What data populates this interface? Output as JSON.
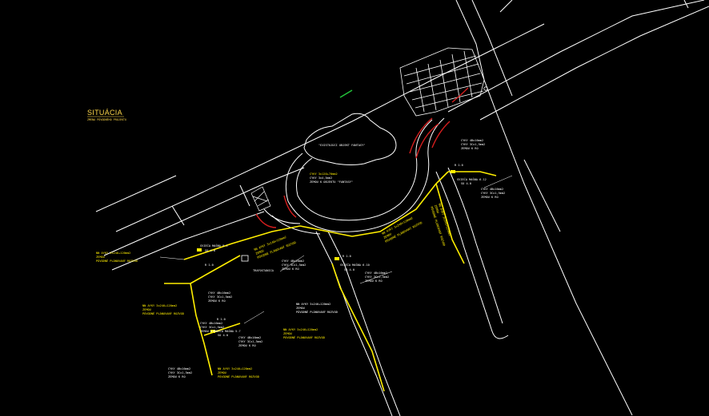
{
  "title": "SITUÁCIA",
  "subtitle": "ZMENA PÔVODNÉHO PROJEKTU",
  "colors": {
    "background": "#000000",
    "lines": "#ffffff",
    "cable": "#ffee00",
    "label_yellow": "#ffee00",
    "curb_red": "#d61e1e",
    "accent_green": "#22c23a"
  },
  "labels": {
    "building": "\"EXISTUJÚCI OBJEKT FANTASY\"",
    "cable_fantasy_1": "CYKY 3x120+70mm2",
    "cable_fantasy_2": "CYKY 3x4,5mm2",
    "cable_fantasy_3": "ZEMOU K OBJEKTU \"FANTASY\"",
    "trafostanica": "TRAFOSTANICA",
    "mast_91": "SVIEČA MAŠNA 9.1",
    "mast_91_h": "SO 4.0",
    "mast_91_r": "R 1.0",
    "left_cable_1": "NN AYKY 3x240+120mm2",
    "left_cable_2": "ZEMOU",
    "left_cable_3": "PÔVODNÉ PLÁNOVANÝ ROZVOD",
    "mid_cable_1": "NN AYKY 3x240+120mm2",
    "mid_cable_2": "ZEMOU",
    "mid_cable_3": "PÔVODNÉ PLÁNOVANÝ ROZVOD",
    "center_cyky_1": "CYKY 4Bx16mm2",
    "center_cyky_2": "CYKY 3Cx1,5mm2",
    "center_cyky_3": "ZEMOU K RO",
    "mast_610": "SVIEČA MAŠNA 6.10",
    "mast_610_h": "SO 4.0",
    "mast_610_r": "R 1.0",
    "center_cyky_b1": "CYKY 4Bx16mm2",
    "center_cyky_b2": "CYKY 3Cx1,5mm2",
    "center_cyky_b3": "ZEMOU K RO",
    "right_cyky_1": "CYKY 4Bx16mm2",
    "right_cyky_2": "CYKY 3Cx1,5mm2",
    "right_cyky_3": "ZEMOU K RO",
    "mast_612": "SVIEČA MAŠNA 6.12",
    "mast_612_h": "SO 4.0",
    "mast_612_r": "R 1.0",
    "right_cyky_b1": "CYKY 4Bx16mm2",
    "right_cyky_b2": "CYKY 3Cx1,5mm2",
    "right_cyky_b3": "ZEMOU K RO",
    "lower_cable_1": "NN AYKY 3x240+120mm2",
    "lower_cable_2": "ZEMOU",
    "lower_cable_3": "PÔVODNÉ PLÁNOVANÝ ROZVOD",
    "lower_cyky_1": "CYKY 4Bx16mm2",
    "lower_cyky_2": "CYKY 3Cx1,5mm2",
    "lower_cyky_3": "ZEMOU K RO",
    "mast_57": "SVIEČA MAŠNA 5.7",
    "mast_57_h": "SO 4.0",
    "mast_57_r": "R 1.0",
    "lower_cyky_b1": "CYKY 4Bx16mm2",
    "lower_cyky_b2": "CYKY 3Cx1,5mm2",
    "lower_cyky_b3": "ZEMOU K RO",
    "bottom_cyky_1": "CYKY 4Bx16mm2",
    "bottom_cyky_2": "CYKY 3Cx1,5mm2",
    "bottom_cyky_3": "ZEMOU K RO",
    "bottom_cable_1": "NN AYKY 3x240+120mm2",
    "bottom_cable_2": "ZEMOU",
    "bottom_cable_3": "PÔVODNÉ PLÁNOVANÝ ROZVOD",
    "bottom_mid_cable_1": "NN AYKY 3x240+120mm2",
    "bottom_mid_cable_2": "ZEMOU",
    "bottom_mid_cable_3": "PÔVODNÉ PLÁNOVANÝ ROZVOD",
    "bottom_mid_cyky_1": "CYKY 4Bx16mm2",
    "bottom_mid_cyky_2": "CYKY 3Cx1,5mm2",
    "bottom_mid_cyky_3": "ZEMOU K RO",
    "diag_cable_1": "NN AYKY 3x240+120mm2",
    "diag_cable_2": "ZEMOU",
    "diag_cable_3": "PÔVODNÉ PLÁNOVANÝ ROZVOD",
    "diag_cable_r1": "NN AYKY 3x240+120mm2",
    "diag_cable_r2": "ZEMOU",
    "diag_cable_r3": "PÔVODNÉ PLÁNOVANÝ ROZVOD",
    "vert_cable_1": "NN AYKY 3x240+120mm2",
    "vert_cable_2": "ZEMOU",
    "vert_cable_3": "PÔVODNÉ PLÁNOVANÝ ROZVOD"
  }
}
